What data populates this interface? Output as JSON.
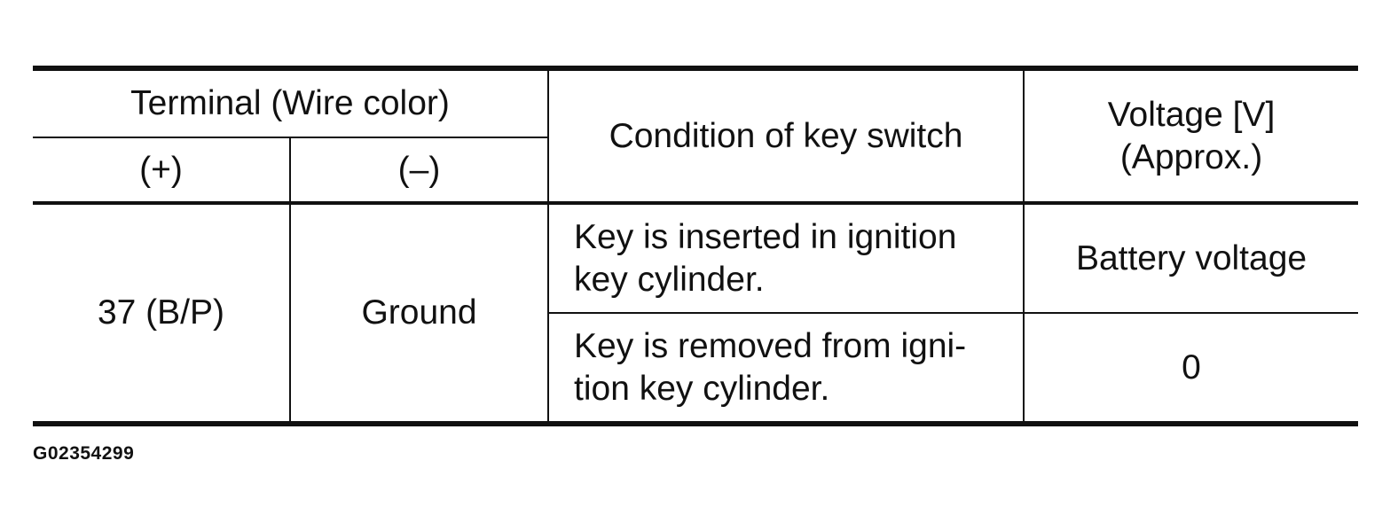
{
  "table": {
    "header": {
      "terminal_group": "Terminal (Wire color)",
      "plus": "(+)",
      "minus": "(–)",
      "condition": "Condition of key switch",
      "voltage_line1": "Voltage [V]",
      "voltage_line2": "(Approx.)"
    },
    "rows": [
      {
        "plus": "37 (B/P)",
        "minus": "Ground",
        "condition_line1": "Key is inserted in ignition",
        "condition_line2": "key cylinder.",
        "voltage": "Battery voltage"
      },
      {
        "condition_line1": "Key is removed from igni-",
        "condition_line2": "tion key cylinder.",
        "voltage": "0"
      }
    ]
  },
  "figure_code": "G02354299"
}
